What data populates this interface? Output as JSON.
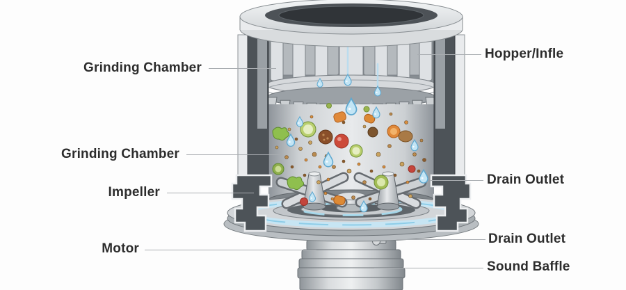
{
  "diagram": {
    "labels": [
      {
        "id": "grinding-chamber-upper",
        "text": "Grinding Chamber",
        "side": "left"
      },
      {
        "id": "hopper-inlet",
        "text": "Hopper/Infle",
        "side": "right"
      },
      {
        "id": "grinding-chamber-mid",
        "text": "Grinding Chamber",
        "side": "left"
      },
      {
        "id": "impeller",
        "text": "Impeller",
        "side": "left"
      },
      {
        "id": "drain-outlet-upper",
        "text": "Drain Outlet",
        "side": "right"
      },
      {
        "id": "motor",
        "text": "Motor",
        "side": "left"
      },
      {
        "id": "drain-outlet-lower",
        "text": "Drain Outlet",
        "side": "right"
      },
      {
        "id": "sound-baffle",
        "text": "Sound Baffle",
        "side": "right"
      }
    ],
    "colors": {
      "label_text": "#2c2c2c",
      "leader_line": "#a9adb1",
      "background": "#fdfdfd",
      "metal_light": "#e9ebed",
      "metal_mid": "#c7cbce",
      "metal_dark_cut": "#4d5358",
      "water": "#c3e5f5",
      "water_edge": "#5fa8d0",
      "food_green": "#b9cf6e",
      "food_orange": "#e0893a",
      "food_red": "#cc4a3a",
      "food_brown": "#8a5a2d"
    }
  }
}
